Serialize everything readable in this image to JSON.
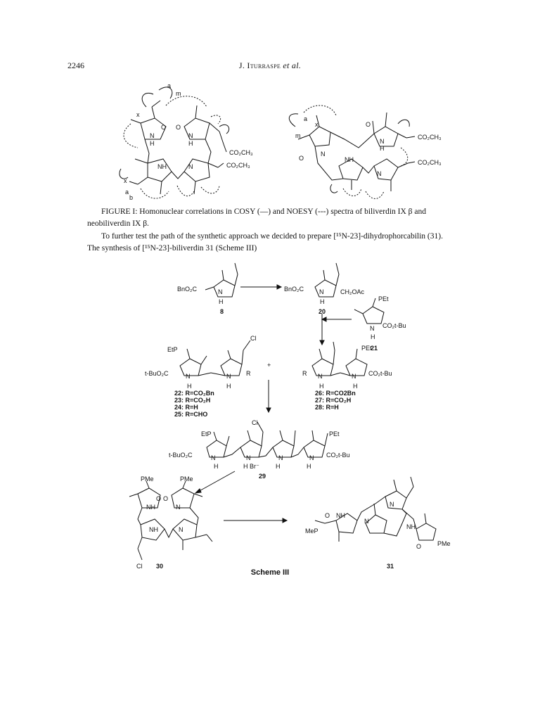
{
  "header": {
    "page_number": "2246",
    "running_head": "J. Iturraspe",
    "running_head_etal": "et al."
  },
  "caption": {
    "line1": "FIGURE I: Homonuclear correlations in COSY (—) and NOESY (---) spectra of biliverdin IX β and",
    "line2": "neobiliverdin IX β."
  },
  "body": {
    "line1": "To further test the path of the synthetic approach we decided to prepare [¹⁵N-23]-dihydrophorcabilin (31).",
    "line2": "The synthesis of [¹⁵N-23]-biliverdin 31 (Scheme III)"
  },
  "figure_labels": {
    "co2ch3": "CO₂CH₃",
    "nh": "NH",
    "n": "N",
    "h": "H",
    "o": "O",
    "a": "a",
    "b": "b",
    "m": "m",
    "x": "x"
  },
  "scheme": {
    "title": "Scheme III",
    "compound_8": "8",
    "compound_20": "20",
    "compound_21": "21",
    "compound_29": "29",
    "compound_30": "30",
    "compound_31": "31",
    "bno2c": "BnO₂C",
    "ch2oac": "CH₂OAc",
    "pet": "PEt",
    "etp": "EtP",
    "co2tbu": "CO₂t-Bu",
    "tbuo2c": "t-BuO₂C",
    "cl": "Cl",
    "r": "R",
    "plus": "+",
    "hbr": "H Br⁻",
    "pme": "PMe",
    "mep": "MeP",
    "series_left": [
      "22: R=CO₂Bn",
      "23: R=CO₂H",
      "24: R=H",
      "25: R=CHO"
    ],
    "series_right": [
      "26: R=CO2Bn",
      "27: R=CO₂H",
      "28: R=H"
    ]
  }
}
